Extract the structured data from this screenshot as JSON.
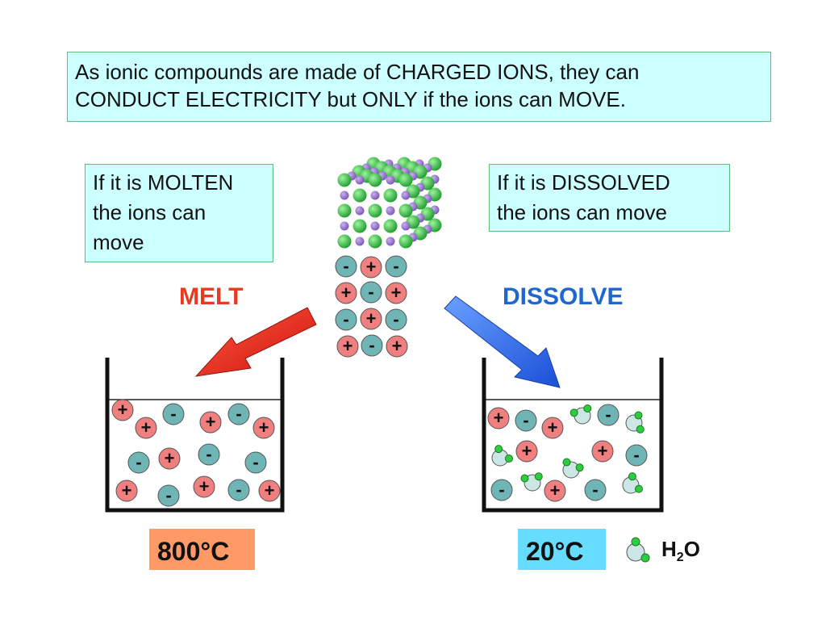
{
  "intro": {
    "line1": "As ionic compounds are made of CHARGED IONS, they can",
    "line2": "CONDUCT ELECTRICITY but ONLY if the ions can MOVE."
  },
  "molten_box": {
    "line1": "If it is MOLTEN",
    "line2": "the ions can",
    "line3": "move"
  },
  "dissolved_box": {
    "line1": "If it is DISSOLVED",
    "line2": "the ions can move"
  },
  "labels": {
    "melt": "MELT",
    "dissolve": "DISSOLVE"
  },
  "temperatures": {
    "molten": "800°C",
    "dissolved": "20°C"
  },
  "legend": {
    "water_h": "H",
    "water_2": "2",
    "water_o": "O"
  },
  "ion_symbols": {
    "positive": "+",
    "negative": "-"
  },
  "colors": {
    "box_fill": "#ccffff",
    "melt_text": "#e83a1e",
    "dissolve_text": "#1e66d0",
    "positive_ion": "#f08080",
    "negative_ion": "#6fb5b5",
    "water_molecule": "#cce6e6",
    "hydrogen": "#2ecc40",
    "hot_label": "#ff9966",
    "cold_label": "#66ddff"
  }
}
